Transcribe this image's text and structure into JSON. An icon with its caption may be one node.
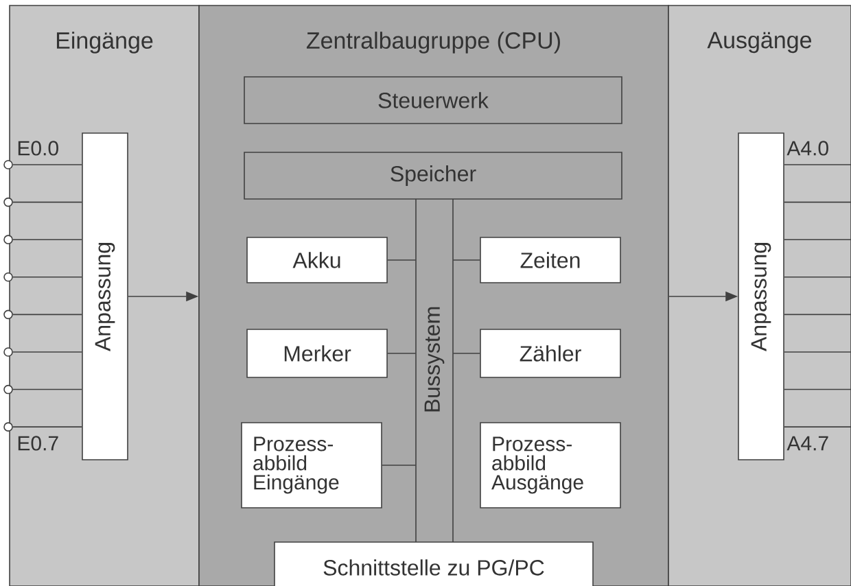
{
  "diagram": {
    "nodes": [
      {
        "text": [
          "Eingänge"
        ]
      },
      {
        "text": [
          "Anpassung"
        ],
        "in": 0
      },
      {
        "text": [
          "Zentralbaugruppe (CPU)"
        ]
      },
      {
        "text": [
          "Steuerwerk"
        ],
        "in": 2
      },
      {
        "text": [
          "Speicher"
        ],
        "in": 2
      },
      {
        "text": [
          "Bussystem"
        ],
        "in": 2
      },
      {
        "text": [
          "Akku"
        ],
        "in": 2
      },
      {
        "text": [
          "Zeiten"
        ],
        "in": 2
      },
      {
        "text": [
          "Merker"
        ],
        "in": 2
      },
      {
        "text": [
          "Zähler"
        ],
        "in": 2
      },
      {
        "text": [
          "Prozess- abbild Eingänge"
        ],
        "in": 2
      },
      {
        "text": [
          "Prozess- abbild Ausgänge"
        ],
        "in": 2
      },
      {
        "text": [
          "Schnittstelle zu PG/PC"
        ],
        "in": 2
      },
      {
        "text": [
          "Ausgänge"
        ]
      },
      {
        "text": [
          "Anpassung"
        ],
        "in": 13
      },
      {
        "text": [],
        "shape": "circle"
      },
      {
        "text": [],
        "shape": "circle"
      },
      {
        "text": [],
        "shape": "circle"
      },
      {
        "text": [],
        "shape": "circle"
      },
      {
        "text": [],
        "shape": "circle"
      },
      {
        "text": [],
        "shape": "circle"
      },
      {
        "text": [],
        "shape": "circle"
      },
      {
        "text": [],
        "shape": "circle"
      }
    ],
    "edges": [
      {
        "from": 1,
        "to": 2,
        "arrow": "to"
      },
      {
        "from": 2,
        "to": 14,
        "arrow": "to"
      },
      {
        "from": 6,
        "to": 5,
        "arrow": "none"
      },
      {
        "from": 7,
        "to": 5,
        "arrow": "none"
      },
      {
        "from": 8,
        "to": 5,
        "arrow": "none"
      },
      {
        "from": 9,
        "to": 5,
        "arrow": "none"
      },
      {
        "from": 10,
        "to": 5,
        "arrow": "none"
      },
      {
        "from": 15,
        "to": 1,
        "arrow": "none"
      },
      {
        "from": 16,
        "to": 1,
        "arrow": "none"
      },
      {
        "from": 17,
        "to": 1,
        "arrow": "none"
      },
      {
        "from": 18,
        "to": 1,
        "arrow": "none"
      },
      {
        "from": 19,
        "to": 1,
        "arrow": "none"
      },
      {
        "from": 20,
        "to": 1,
        "arrow": "none"
      },
      {
        "from": 21,
        "to": 1,
        "arrow": "none"
      },
      {
        "from": 22,
        "to": 1,
        "arrow": "none"
      },
      {
        "from": 14,
        "to": null,
        "arrow": "none"
      },
      {
        "from": 14,
        "to": null,
        "arrow": "none"
      },
      {
        "from": 14,
        "to": null,
        "arrow": "none"
      },
      {
        "from": 14,
        "to": null,
        "arrow": "none"
      },
      {
        "from": 14,
        "to": null,
        "arrow": "none"
      },
      {
        "from": 14,
        "to": null,
        "arrow": "none"
      },
      {
        "from": 14,
        "to": null,
        "arrow": "none"
      },
      {
        "from": 14,
        "to": null,
        "arrow": "none"
      }
    ],
    "labels": [
      "E0.0",
      "E0.7",
      "A4.0",
      "A4.7"
    ]
  }
}
